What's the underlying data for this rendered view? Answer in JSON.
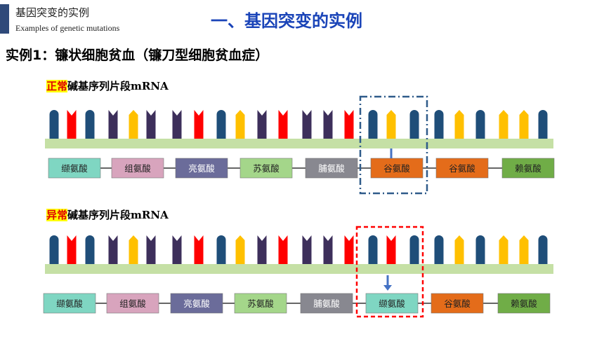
{
  "header": {
    "corner_title": "基因突变的实例",
    "corner_subtitle": "Examples of genetic mutations",
    "main_title": "一、基因突变的实例",
    "example_heading": "实例1：镰状细胞贫血（镰刀型细胞贫血症）"
  },
  "normal": {
    "label_highlight": "正常",
    "label_rest": "碱基序列片段mRNA",
    "bases": [
      "blue",
      "red",
      "blue",
      "purple",
      "yellow",
      "purple",
      "purple",
      "red",
      "blue",
      "yellow",
      "purple",
      "red",
      "purple",
      "purple",
      "red",
      "blue",
      "yellow",
      "blue",
      "blue",
      "yellow",
      "blue",
      "yellow",
      "yellow",
      "blue"
    ],
    "amino_acids": [
      "缬氨酸",
      "组氨酸",
      "亮氨酸",
      "苏氨酸",
      "脯氨酸",
      "谷氨酸",
      "谷氨酸",
      "赖氨酸"
    ]
  },
  "abnormal": {
    "label_highlight": "异常",
    "label_rest": "碱基序列片段mRNA",
    "bases": [
      "blue",
      "red",
      "blue",
      "purple",
      "yellow",
      "purple",
      "purple",
      "red",
      "blue",
      "yellow",
      "purple",
      "red",
      "purple",
      "purple",
      "red",
      "blue",
      "red",
      "blue",
      "blue",
      "yellow",
      "blue",
      "yellow",
      "yellow",
      "blue"
    ],
    "amino_acids": [
      "缬氨酸",
      "组氨酸",
      "亮氨酸",
      "苏氨酸",
      "脯氨酸",
      "缬氨酸",
      "谷氨酸",
      "赖氨酸"
    ]
  },
  "colors": {
    "blue": "#1f4e79",
    "red": "#ff0000",
    "purple": "#3d2f5b",
    "yellow": "#ffc000",
    "backbone": "#c5e0a5",
    "title_blue": "#1a44b8",
    "amino_fills": [
      "#7fd6c2",
      "#d8a4bd",
      "#6b6c9a",
      "#a4d68a",
      "#888890",
      "#e46c1a",
      "#e46c1a",
      "#70ad47"
    ],
    "abnormal_amino_fills": [
      "#7fd6c2",
      "#d8a4bd",
      "#6b6c9a",
      "#a4d68a",
      "#888890",
      "#7fd6c2",
      "#e46c1a",
      "#70ad47"
    ]
  }
}
